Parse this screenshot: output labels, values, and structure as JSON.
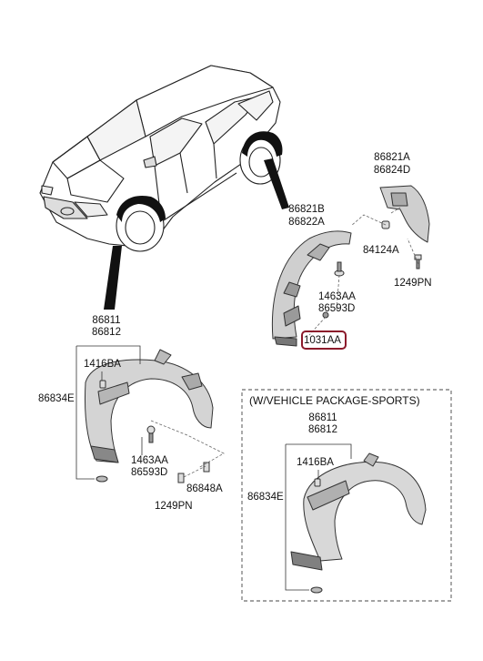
{
  "diagram": {
    "sports_package_title": "(W/VEHICLE PACKAGE-SPORTS)",
    "labels": {
      "rear_upper_code_1": "86821A",
      "rear_upper_code_2": "86824D",
      "rear_main_code_1": "86821B",
      "rear_main_code_2": "86822A",
      "rear_clip": "84124A",
      "rear_screw": "1249PN",
      "rear_bolt_1": "1463AA",
      "rear_bolt_2": "86593D",
      "rear_nut_highlighted": "1031AA",
      "front_main_code_1": "86811",
      "front_main_code_2": "86812",
      "front_clip_a": "1416BA",
      "front_panel": "86834E",
      "front_bolt_1": "1463AA",
      "front_bolt_2": "86593D",
      "front_fastener": "86848A",
      "front_screw": "1249PN",
      "sports_main_code_1": "86811",
      "sports_main_code_2": "86812",
      "sports_clip_a": "1416BA",
      "sports_panel": "86834E"
    },
    "highlight_color": "#8b1a2b"
  }
}
